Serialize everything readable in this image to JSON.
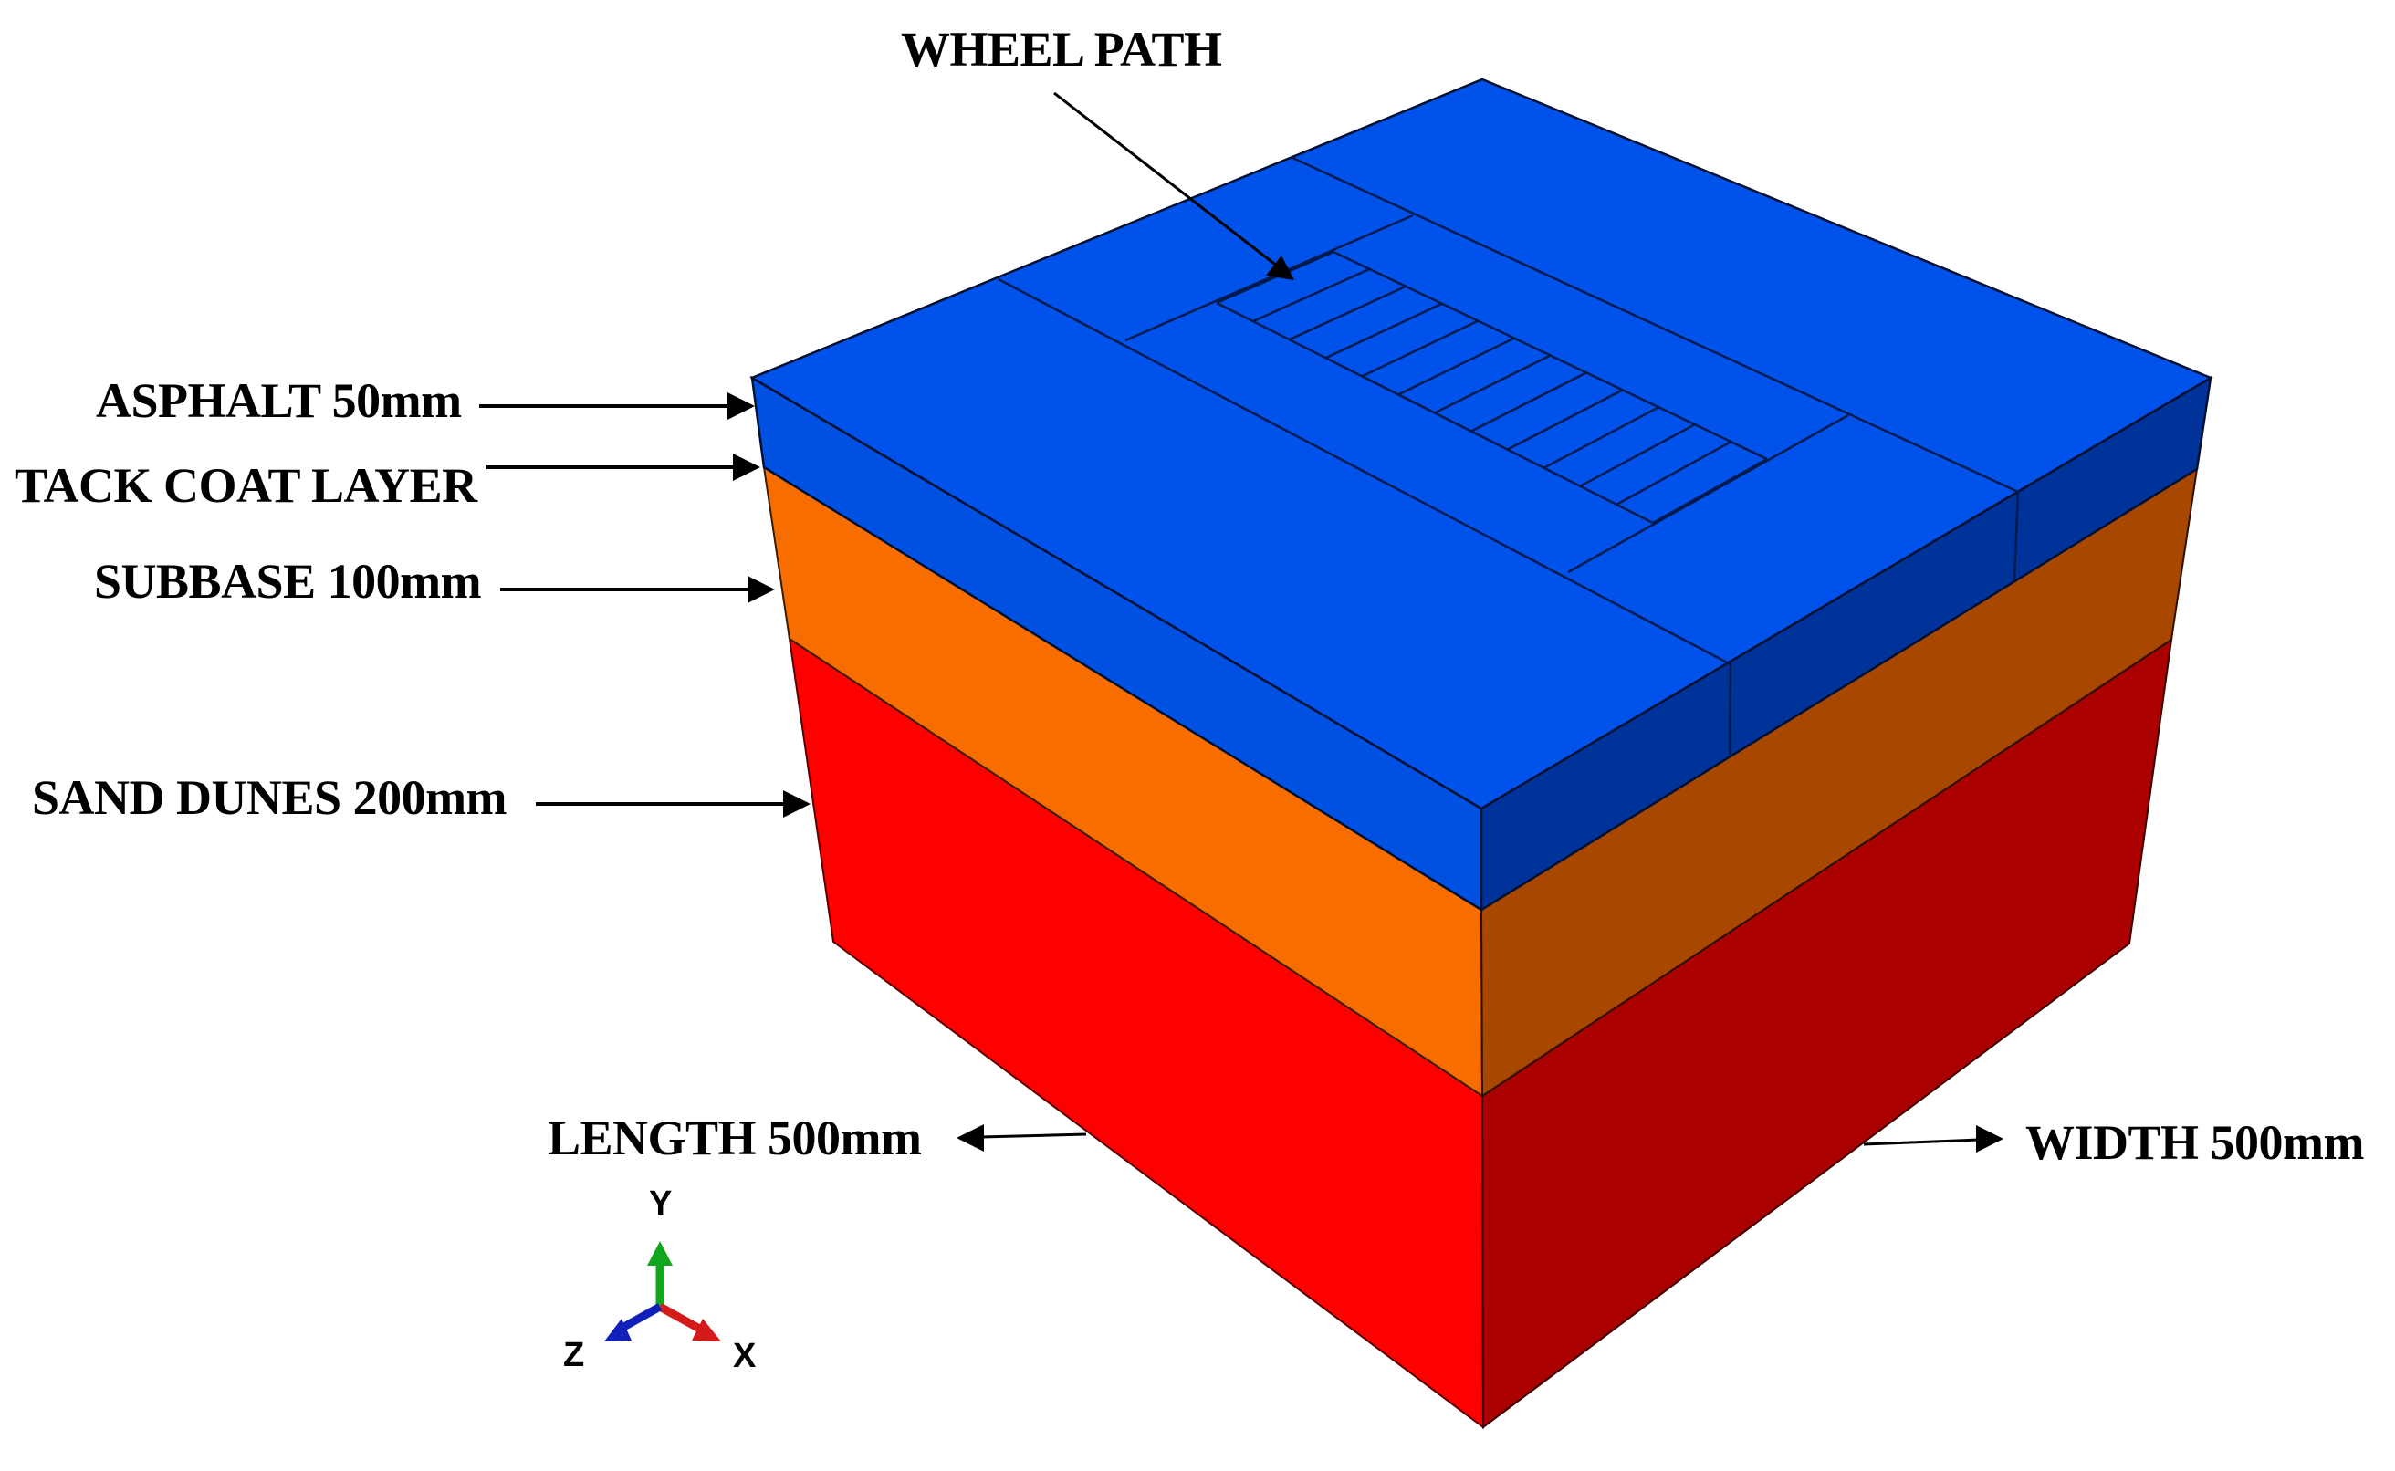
{
  "figure": {
    "title_label": "WHEEL PATH",
    "layer_labels": {
      "asphalt": "ASPHALT 50mm",
      "tack_coat": "TACK COAT LAYER",
      "subbase": "SUBBASE 100mm",
      "sand_dunes": "SAND DUNES 200mm"
    },
    "dimension_labels": {
      "length": "LENGTH 500mm",
      "width": "WIDTH 500mm"
    },
    "axis_triad": {
      "y": "Y",
      "z": "Z",
      "x": "X"
    },
    "wheel_path_divisions": 12,
    "colors": {
      "asphalt_top": "#0052EA",
      "asphalt_left": "#0050E2",
      "asphalt_right": "#00339A",
      "subbase_left": "#F76D00",
      "subbase_right": "#A84700",
      "sand_left": "#FF0000",
      "sand_right": "#AA0000",
      "edge": "#001a4d",
      "axis_y": "#12A51E",
      "axis_x": "#D41A1A",
      "axis_z": "#1020B8"
    }
  }
}
